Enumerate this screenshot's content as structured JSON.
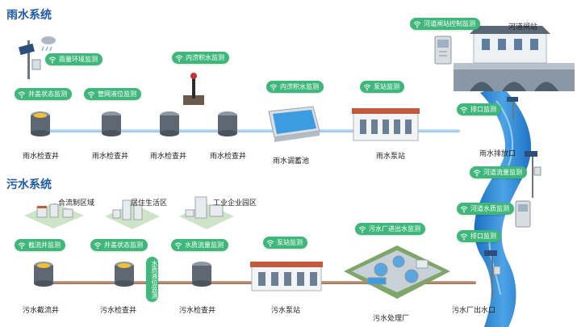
{
  "rain": {
    "title": "雨水系统",
    "tags": {
      "rain_env": "雨量环境监测",
      "cover": "井盖状态监测",
      "level": "管网液位监测",
      "waterlog_1": "内涝积水监测",
      "waterlog_2": "内涝积水监测",
      "pump_monitor": "泵站监测",
      "gate_control": "河道闸站控制监测",
      "outlet": "排口监测"
    },
    "labels": {
      "well_1": "雨水检查井",
      "well_2": "雨水检查井",
      "well_3": "雨水检查井",
      "well_4": "雨水检查井",
      "pool": "雨水调蓄池",
      "pump": "雨水泵站",
      "gate": "河道闸站",
      "discharge": "雨水排放口"
    }
  },
  "sewage": {
    "title": "污水系统",
    "areas": {
      "combined": "合流制区域",
      "residential": "居住生活区",
      "industrial": "工业企业园区"
    },
    "tags": {
      "intercept": "截流井监测",
      "cover": "井盖状态监测",
      "level_vertical": "水质液位监测",
      "quality_flow": "水质流量监测",
      "pump_monitor": "泵站监测",
      "plant_io": "污水厂进出水监测"
    },
    "labels": {
      "intercept_well": "污水截流井",
      "well_1": "污水检查井",
      "well_2": "污水检查井",
      "pump": "污水泵站",
      "plant": "污水处理厂",
      "outlet": "污水厂出水口"
    }
  },
  "river": {
    "tags": {
      "flow": "河道流量监测",
      "quality": "河道水质监测",
      "outlet": "排口监测"
    }
  },
  "colors": {
    "tag_green": "#3fb77a",
    "title_blue": "#1f5aa8",
    "river_blue": "#3f93d6"
  },
  "icons": [
    "wifi-icon",
    "manhole-well-icon",
    "pump-station-icon",
    "river-gate-icon",
    "monitor-pole-icon"
  ]
}
